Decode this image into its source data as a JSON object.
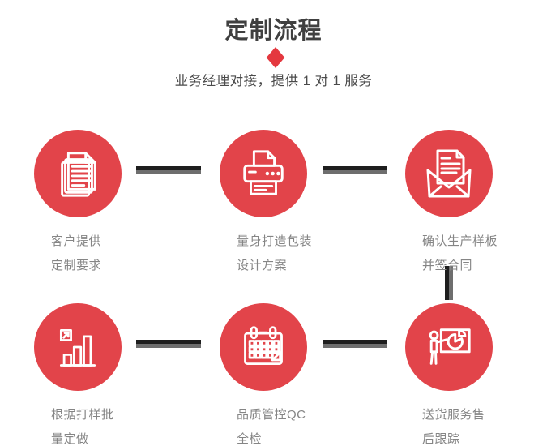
{
  "header": {
    "title": "定制流程",
    "subtitle": "业务经理对接，提供 1 对 1 服务"
  },
  "colors": {
    "accent_red": "#e2444a",
    "diamond_red": "#e4383f",
    "connector_dark": "#1e1e1e",
    "connector_gray": "#6e6e6e",
    "divider_gray": "#cccccc",
    "title_text": "#404040",
    "subtitle_text": "#4a4a4a",
    "label_text": "#858585"
  },
  "steps": [
    {
      "icon": "documents-icon",
      "label_line1": "客户提供",
      "label_line2": "定制要求"
    },
    {
      "icon": "printer-icon",
      "label_line1": "量身打造包装",
      "label_line2": "设计方案"
    },
    {
      "icon": "envelope-icon",
      "label_line1": "确认生产样板",
      "label_line2": "并签合同"
    },
    {
      "icon": "bar-chart-icon",
      "label_line1": "根据打样批",
      "label_line2": "量定做"
    },
    {
      "icon": "calendar-icon",
      "label_line1": "品质管控QC",
      "label_line2": "全检"
    },
    {
      "icon": "presenter-icon",
      "label_line1": "送货服务售",
      "label_line2": "后跟踪"
    }
  ]
}
